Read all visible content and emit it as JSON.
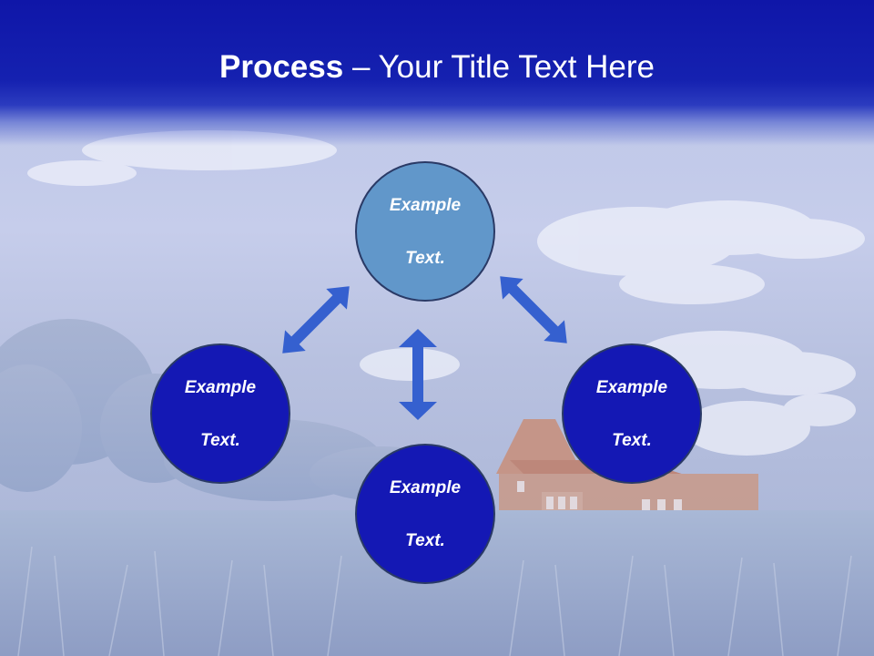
{
  "slide": {
    "title_bold": "Process",
    "title_rest": " – Your Title Text Here"
  },
  "nodes": {
    "top": {
      "line1": "Example",
      "line2": "Text."
    },
    "left": {
      "line1": "Example",
      "line2": "Text."
    },
    "right": {
      "line1": "Example",
      "line2": "Text."
    },
    "bottom": {
      "line1": "Example",
      "line2": "Text."
    }
  },
  "colors": {
    "title_band": "#1521b0",
    "node_highlight": "#6197ca",
    "node_default": "#1418b4",
    "arrow": "#3560cf"
  }
}
